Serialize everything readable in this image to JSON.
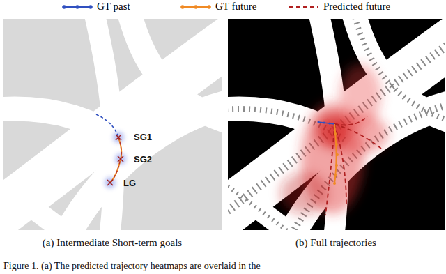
{
  "diagram": {
    "caption": "Figure 1. (a) The predicted trajectory heatmaps are overlaid in the",
    "labels": [
      "SG1",
      "SG2",
      "LG",
      "(a) Intermediate Short-term goals",
      "(b) Full trajectories"
    ],
    "legend": [
      {
        "text": "GT past"
      },
      {
        "text": "GT future"
      },
      {
        "text": "Predicted future"
      }
    ]
  }
}
